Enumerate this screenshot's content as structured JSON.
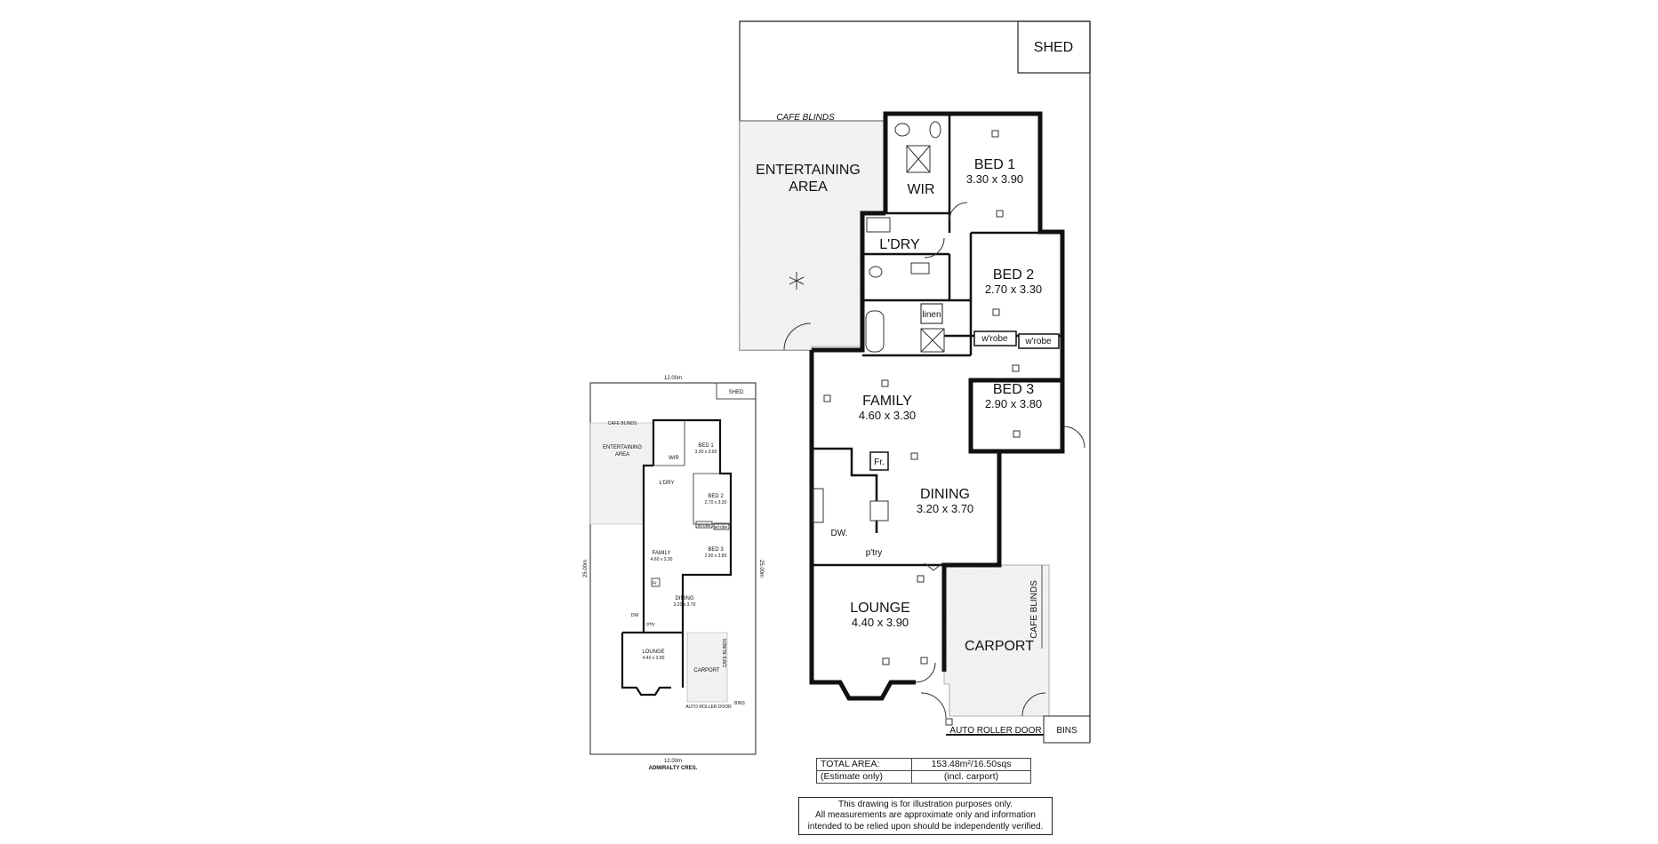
{
  "main_plan": {
    "rooms": {
      "shed": "SHED",
      "entertaining_1": "ENTERTAINING",
      "entertaining_2": "AREA",
      "cafe_blinds_top": "CAFE BLINDS",
      "bed1": "BED 1",
      "bed1_size": "3.30 x 3.90",
      "wir": "WIR",
      "laundry": "L'DRY",
      "bed2": "BED 2",
      "bed2_size": "2.70 x 3.30",
      "linen": "linen",
      "wrobe_a": "w'robe",
      "wrobe_b": "w'robe",
      "bed3": "BED 3",
      "bed3_size": "2.90 x 3.80",
      "family": "FAMILY",
      "family_size": "4.60 x 3.30",
      "fridge": "Fr.",
      "dining": "DINING",
      "dining_size": "3.20 x 3.70",
      "dishwasher": "DW.",
      "pantry": "p'try",
      "lounge": "LOUNGE",
      "lounge_size": "4.40 x 3.90",
      "carport": "CARPORT",
      "cafe_blinds_side": "CAFE BLINDS",
      "roller_door": "AUTO ROLLER DOOR",
      "bins": "BINS"
    }
  },
  "site_plan": {
    "width_top": "12.00m",
    "width_bottom": "12.00m",
    "depth_left": "25.00m",
    "depth_right": "25.00m",
    "street": "ADMIRALTY CRES.",
    "rooms": {
      "shed": "SHED",
      "cafe_blinds": "CAFE BLINDS",
      "entertaining_1": "ENTERTAINING",
      "entertaining_2": "AREA",
      "bed1": "BED 1",
      "bed1_size": "3.30 x 3.90",
      "wir": "WIR",
      "laundry": "L'DRY",
      "bed2": "BED 2",
      "bed2_size": "2.70 x 3.30",
      "wrobe_a": "w'robe",
      "wrobe_b": "w'robe",
      "bed3": "BED 3",
      "bed3_size": "2.90 x 3.80",
      "family": "FAMILY",
      "family_size": "4.60 x 3.30",
      "fridge": "Fr.",
      "dining": "DINING",
      "dining_size": "3.20 x 3.70",
      "dishwasher": "DW",
      "pantry": "p'try",
      "lounge": "LOUNGE",
      "lounge_size": "4.40 x 3.90",
      "carport": "CARPORT",
      "cafe_blinds_side": "CAFE BLINDS",
      "roller_door": "AUTO ROLLER DOOR",
      "bins": "BINS"
    }
  },
  "area": {
    "total_label": "TOTAL AREA:",
    "total_value": "153.48m²/16.50sqs",
    "estimate_label": "(Estimate only)",
    "estimate_value": "(incl. carport)"
  },
  "disclaimer": {
    "line1": "This drawing is for illustration purposes only.",
    "line2": "All measurements are approximate only and information",
    "line3": "intended to be relied upon should be independently verified."
  }
}
